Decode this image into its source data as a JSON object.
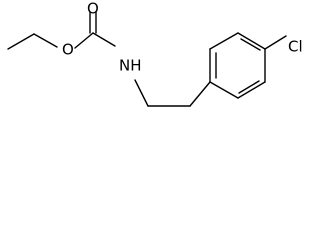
{
  "molecule": {
    "atoms": {
      "carbonyl_oxygen": "O",
      "ester_oxygen": "O",
      "nitrogen": "NH",
      "chlorine": "Cl"
    }
  }
}
